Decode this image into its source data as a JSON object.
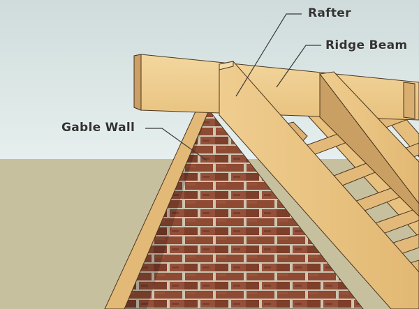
{
  "labels": {
    "rafter": "Rafter",
    "ridge_beam": "Ridge Beam",
    "gable_wall": "Gable Wall"
  },
  "colors": {
    "sky_top": "#d6e2e1",
    "sky_bottom": "#e4eeee",
    "ground": "#c7c1a0",
    "wood_light": "#f0cf92",
    "wood_mid": "#e5bd7c",
    "wood_dark": "#b98f55",
    "wood_edge": "#4a3520",
    "brick": "#8e4a33",
    "brick_dark": "#6e3624",
    "mortar": "#d2cbb8",
    "label_text": "#333333",
    "leader_line": "#3a3a3a"
  }
}
